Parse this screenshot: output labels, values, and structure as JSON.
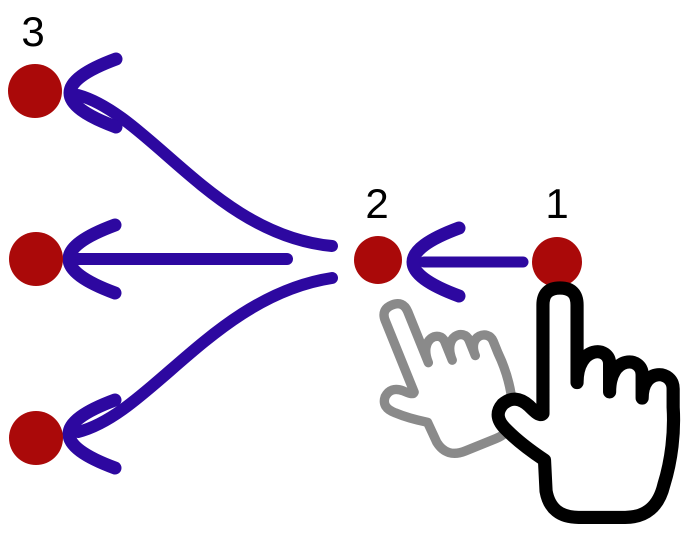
{
  "labels": {
    "step1": "1",
    "step2": "2",
    "step3": "3"
  },
  "colors": {
    "dot": "#aa0909",
    "arrow": "#2d08a0",
    "hand_current": "#000000",
    "hand_previous": "#8a8a8a",
    "hand_fill": "#ffffff",
    "text": "#000000"
  },
  "icons": {
    "hand_current": "pointer-hand-icon",
    "hand_previous": "pointer-hand-icon",
    "arrowhead": "curved-arrowhead-icon"
  }
}
